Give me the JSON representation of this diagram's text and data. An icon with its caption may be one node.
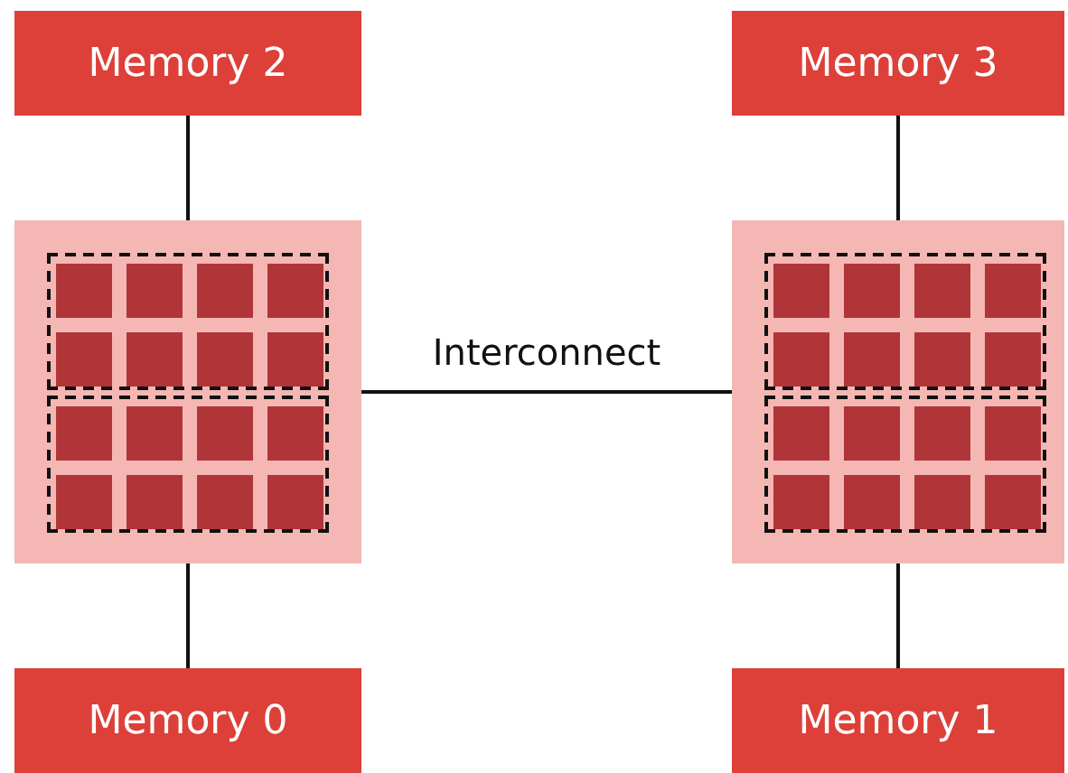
{
  "diagram": {
    "nodes": [
      {
        "text": [
          "Memory 2"
        ]
      },
      {
        "text": [
          "Memory 3"
        ]
      },
      {
        "text": [],
        "shape": "box"
      },
      {
        "text": [],
        "shape": "box"
      },
      {
        "text": [
          "Memory 0"
        ]
      },
      {
        "text": [
          "Memory 1"
        ]
      }
    ],
    "edges": [
      {
        "from": 0,
        "to": 2,
        "arrow": "none"
      },
      {
        "from": 1,
        "to": 3,
        "arrow": "none"
      },
      {
        "from": 2,
        "to": 3,
        "arrow": "none",
        "label": "Interconnect"
      },
      {
        "from": 2,
        "to": 4,
        "arrow": "none"
      },
      {
        "from": 3,
        "to": 5,
        "arrow": "none"
      }
    ]
  }
}
